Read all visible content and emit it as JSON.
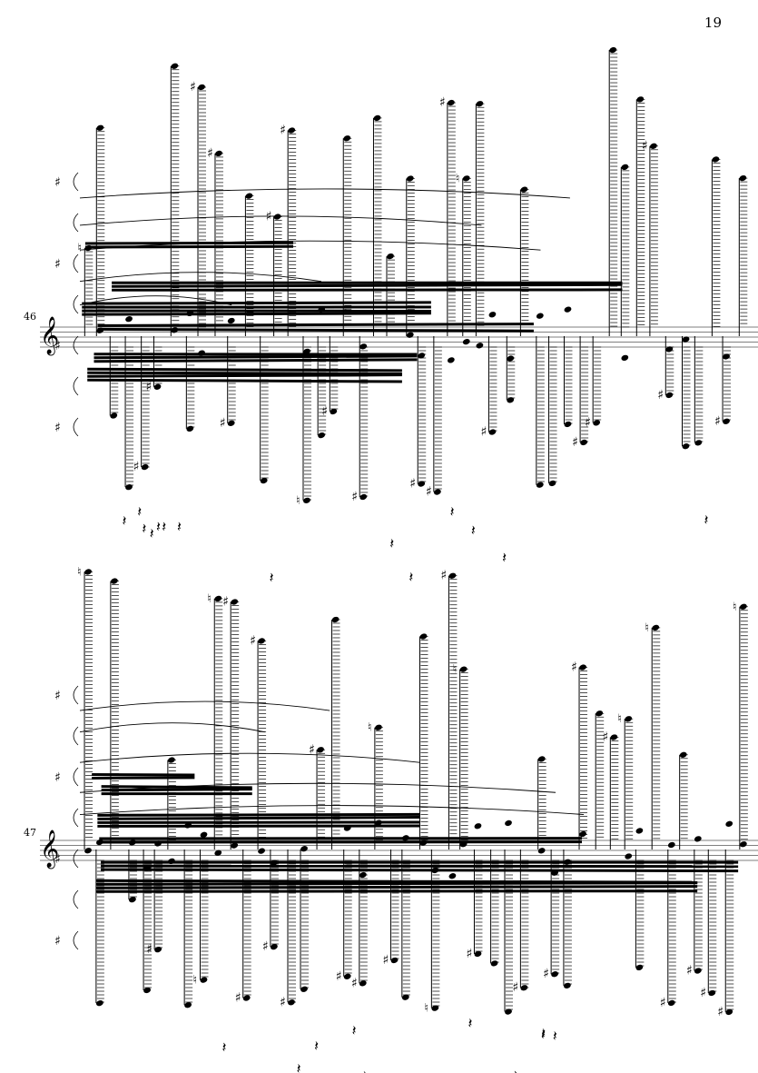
{
  "page": {
    "number": "19"
  },
  "systems": [
    {
      "measure_number": "46",
      "clef": "treble"
    },
    {
      "measure_number": "47",
      "clef": "treble"
    }
  ],
  "glyphs": {
    "sharp": "♯",
    "natural": "♮",
    "clef": "𝄞",
    "rest": "𝄽"
  }
}
